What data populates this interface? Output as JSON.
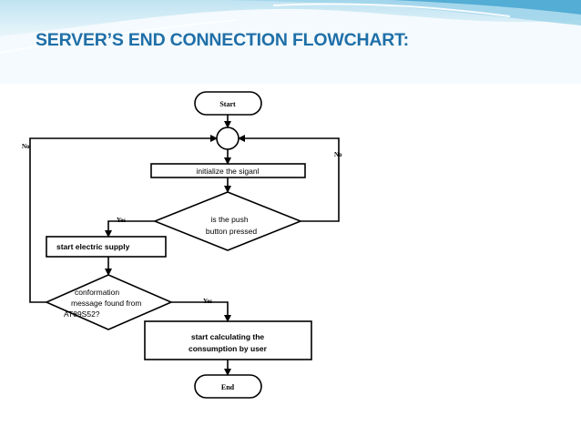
{
  "slide": {
    "title": "SERVER’S END CONNECTION FLOWCHART:"
  },
  "flowchart": {
    "start": "Start",
    "initialize": "initialize the siganl",
    "decision_push": [
      "is the push",
      "button pressed"
    ],
    "electric_supply": "start electric supply",
    "decision_message": [
      "conformation",
      "message found from",
      "AT89S52?"
    ],
    "calculating": [
      "start calculating the",
      "consumption by user"
    ],
    "end": "End",
    "yes_label": "Yes",
    "no_label": "No"
  },
  "colors": {
    "title": "#1f6fa8",
    "header_wave_light": "#dff1f8",
    "header_wave_mid": "#9ed3ea",
    "header_wave_dark": "#4aa8d3",
    "stroke": "#000000"
  }
}
